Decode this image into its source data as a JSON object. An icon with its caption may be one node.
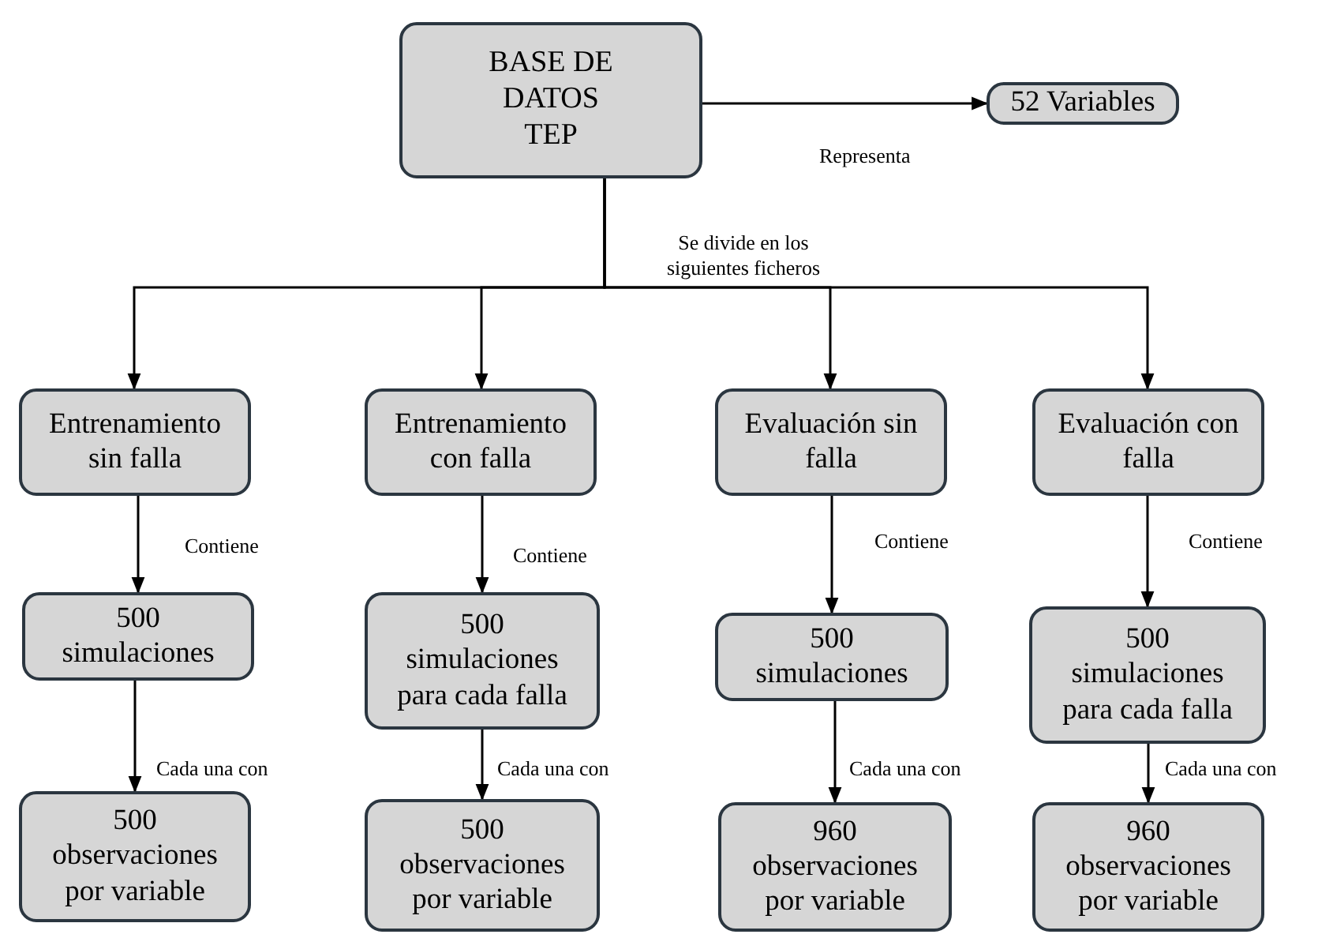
{
  "diagram": {
    "nodes": [
      {
        "text": [
          "BASE DE DATOS TEP"
        ]
      },
      {
        "text": [
          "52 Variables"
        ]
      },
      {
        "text": [
          "Entrenamiento sin falla"
        ]
      },
      {
        "text": [
          "Entrenamiento con falla"
        ]
      },
      {
        "text": [
          "Evaluación sin falla"
        ]
      },
      {
        "text": [
          "Evaluación con falla"
        ]
      },
      {
        "text": [
          "500 simulaciones"
        ]
      },
      {
        "text": [
          "500 simulaciones para cada falla"
        ]
      },
      {
        "text": [
          "500 simulaciones"
        ]
      },
      {
        "text": [
          "500 simulaciones para cada falla"
        ]
      },
      {
        "text": [
          "500 observaciones por variable"
        ]
      },
      {
        "text": [
          "500 observaciones por variable"
        ]
      },
      {
        "text": [
          "960 observaciones por variable"
        ]
      },
      {
        "text": [
          "960 observaciones por variable"
        ]
      }
    ],
    "edges": [
      {
        "from": 0,
        "to": 1,
        "arrow": "to",
        "label": "Representa"
      },
      {
        "from": 0,
        "to": 2,
        "arrow": "to"
      },
      {
        "from": 0,
        "to": 3,
        "arrow": "to"
      },
      {
        "from": 0,
        "to": 4,
        "arrow": "to",
        "label": "Se divide en los siguientes ficheros"
      },
      {
        "from": 0,
        "to": 5,
        "arrow": "to"
      },
      {
        "from": 2,
        "to": 6,
        "arrow": "to",
        "label": "Contiene"
      },
      {
        "from": 3,
        "to": 7,
        "arrow": "to",
        "label": "Contiene"
      },
      {
        "from": 4,
        "to": 8,
        "arrow": "to",
        "label": "Contiene"
      },
      {
        "from": 5,
        "to": 9,
        "arrow": "to",
        "label": "Contiene"
      },
      {
        "from": 6,
        "to": 10,
        "arrow": "to",
        "label": "Cada una con"
      },
      {
        "from": 7,
        "to": 11,
        "arrow": "to",
        "label": "Cada una con"
      },
      {
        "from": 8,
        "to": 12,
        "arrow": "to",
        "label": "Cada una con"
      },
      {
        "from": 9,
        "to": 13,
        "arrow": "to",
        "label": "Cada una con"
      }
    ]
  }
}
